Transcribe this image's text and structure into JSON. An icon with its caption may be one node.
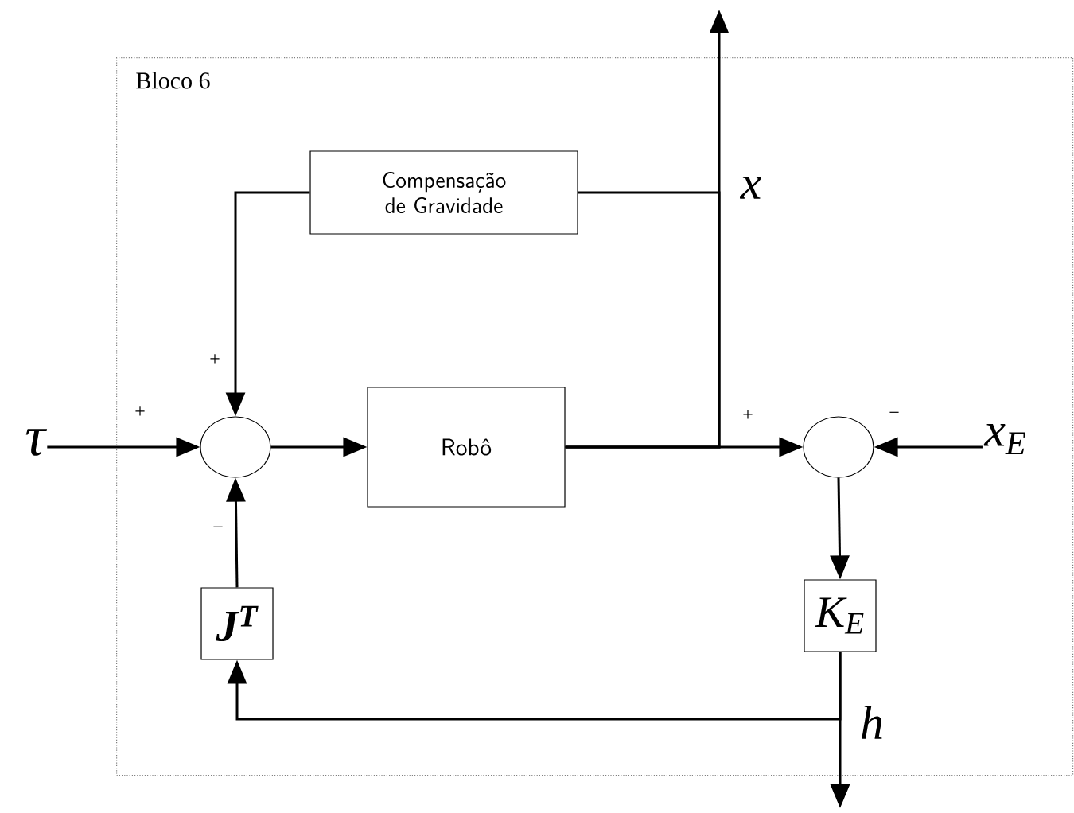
{
  "diagram": {
    "nodes": [
      {
        "text": [
          "Bloco 6"
        ]
      },
      {
        "text": [
          "Compensação de Gravidade"
        ],
        "in": 0
      },
      {
        "text": [],
        "shape": "circle",
        "in": 0
      },
      {
        "text": [
          "Robô"
        ],
        "in": 0
      },
      {
        "text": [],
        "shape": "circle",
        "in": 0
      },
      {
        "text": [
          "J$^{T}$"
        ],
        "in": 0
      },
      {
        "text": [
          "K$_{E}$"
        ],
        "in": 0
      },
      {
        "text": [
          "τ"
        ]
      },
      {
        "text": [
          "x$_{E}$"
        ],
        "in": 0
      }
    ],
    "edges": [
      {
        "from": 7,
        "to": 2,
        "arrow": "to"
      },
      {
        "from": 2,
        "to": 3,
        "arrow": "to"
      },
      {
        "from": 3,
        "to": 4,
        "arrow": "to"
      },
      {
        "from": 3,
        "to": null,
        "arrow": "to"
      },
      {
        "from": 3,
        "to": 1,
        "arrow": "none"
      },
      {
        "from": 1,
        "to": 2,
        "arrow": "to"
      },
      {
        "from": 8,
        "to": 4,
        "arrow": "to"
      },
      {
        "from": 4,
        "to": 6,
        "arrow": "to"
      },
      {
        "from": 6,
        "to": 5,
        "arrow": "to"
      },
      {
        "from": 6,
        "to": null,
        "arrow": "to"
      },
      {
        "from": 5,
        "to": 2,
        "arrow": "to"
      }
    ],
    "labels": [
      "x",
      "+",
      "+",
      "+",
      "−",
      "−",
      "h"
    ]
  }
}
